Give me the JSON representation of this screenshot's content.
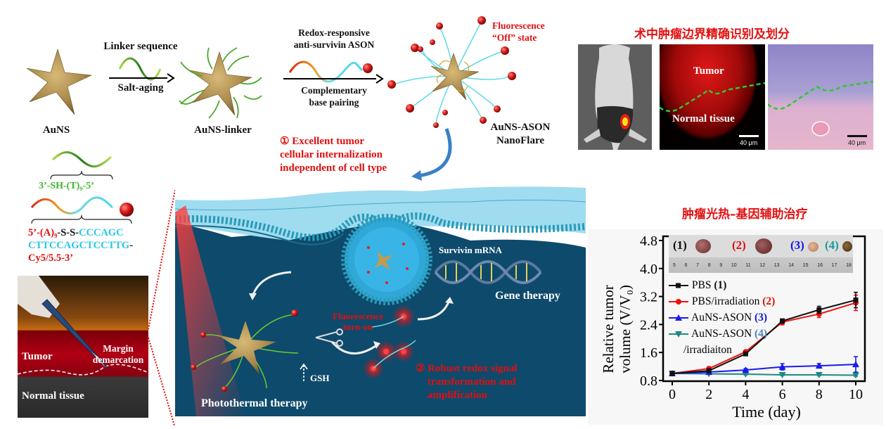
{
  "synthesis": {
    "step1_top": "Linker sequence",
    "step1_bottom": "Salt-aging",
    "step2_top_line1": "Redox-responsive",
    "step2_top_line2": "anti-survivin ASON",
    "step2_bottom_line1": "Complementary",
    "step2_bottom_line2": "base pairing",
    "auns_label": "AuNS",
    "linker_label": "AuNS-linker",
    "nanoflare_line1": "AuNS-ASON",
    "nanoflare_line2": "NanoFlare",
    "off_state_line1": "Fluorescence",
    "off_state_line2": "“Off” state",
    "internalization_line1": "① Excellent tumor",
    "internalization_line2": "cellular internalization",
    "internalization_line3": "independent of cell type"
  },
  "sequences": {
    "linker_seq": "3’-SH-(T)₉-5’",
    "ason_part1": "5’-(A)₉",
    "ason_part2": "-S-S-",
    "ason_part3": "CCCAGC",
    "ason_part4": "CTTCCAGCTCCTTG",
    "ason_part5": "-",
    "ason_part6": "Cy5/5.5-3’"
  },
  "surgery_panel": {
    "tumor": "Tumor",
    "margin_line1": "Margin",
    "margin_line2": "demarcation",
    "normal": "Normal tissue"
  },
  "cell_panel": {
    "survivin": "Survivin mRNA",
    "gene_therapy": "Gene therapy",
    "turn_on_line1": "Fluorescence",
    "turn_on_line2": "turn-on",
    "gsh": "GSH",
    "photothermal": "Photothermal therapy",
    "redox_line1": "② Robust redox signal",
    "redox_line2": "transformation and",
    "redox_line3": "amplification"
  },
  "imaging": {
    "title": "术中肿瘤边界精确识别及划分",
    "tumor": "Tumor",
    "normal": "Normal tissue",
    "scale_confocal": "40 μm",
    "scale_he": "40 μm"
  },
  "therapy_title": "肿瘤光热–基因辅助治疗",
  "inset": {
    "labels": [
      "(1)",
      "(2)",
      "(3)",
      "(4)"
    ],
    "label_colors": [
      "#111111",
      "#e01010",
      "#1515e0",
      "#1a9a9a"
    ],
    "ruler_numbers": [
      "5",
      "6",
      "7",
      "8",
      "9",
      "10",
      "11",
      "12",
      "13",
      "14",
      "15",
      "16",
      "17",
      "18"
    ]
  },
  "chart_data": {
    "type": "line",
    "title": "",
    "xlabel": "Time (day)",
    "ylabel_line1": "Relative tumor",
    "ylabel_line2": "volume (V/V₀)",
    "x": [
      0,
      2,
      4,
      6,
      8,
      10
    ],
    "xticks": [
      "0",
      "2",
      "4",
      "6",
      "8",
      "10"
    ],
    "yticks": [
      "0.8",
      "1.6",
      "2.4",
      "3.2",
      "4.0",
      "4.8"
    ],
    "xlim": [
      -0.6,
      10.8
    ],
    "ylim": [
      0.8,
      4.8
    ],
    "grid": false,
    "legend_position": "upper-left",
    "series": [
      {
        "name": "PBS",
        "tag": "(1)",
        "tag_color": "#111111",
        "color": "#111111",
        "marker": "square",
        "values": [
          1.0,
          1.08,
          1.56,
          2.5,
          2.82,
          3.1
        ],
        "errors": [
          0.03,
          0.03,
          0.04,
          0.06,
          0.1,
          0.22
        ]
      },
      {
        "name": "PBS/irradiation",
        "tag": "(2)",
        "tag_color": "#e01010",
        "color": "#ee1111",
        "marker": "circle",
        "values": [
          1.0,
          1.14,
          1.62,
          2.47,
          2.7,
          3.02
        ],
        "errors": [
          0.03,
          0.03,
          0.04,
          0.08,
          0.1,
          0.22
        ]
      },
      {
        "name": "AuNS-ASON",
        "tag": "(3)",
        "tag_color": "#1515e0",
        "color": "#1a1aee",
        "marker": "triangle-up",
        "values": [
          1.0,
          1.04,
          1.1,
          1.19,
          1.22,
          1.26
        ],
        "errors": [
          0.03,
          0.03,
          0.04,
          0.09,
          0.06,
          0.22
        ]
      },
      {
        "name": "AuNS-ASON",
        "name_line2": "/irradiaiton",
        "tag": "(4)",
        "tag_color": "#4a87b8",
        "color": "#1c8a84",
        "marker": "triangle-down",
        "values": [
          1.0,
          0.99,
          0.98,
          0.96,
          0.96,
          0.95
        ],
        "errors": [
          0.02,
          0.02,
          0.02,
          0.02,
          0.02,
          0.03
        ]
      }
    ]
  }
}
